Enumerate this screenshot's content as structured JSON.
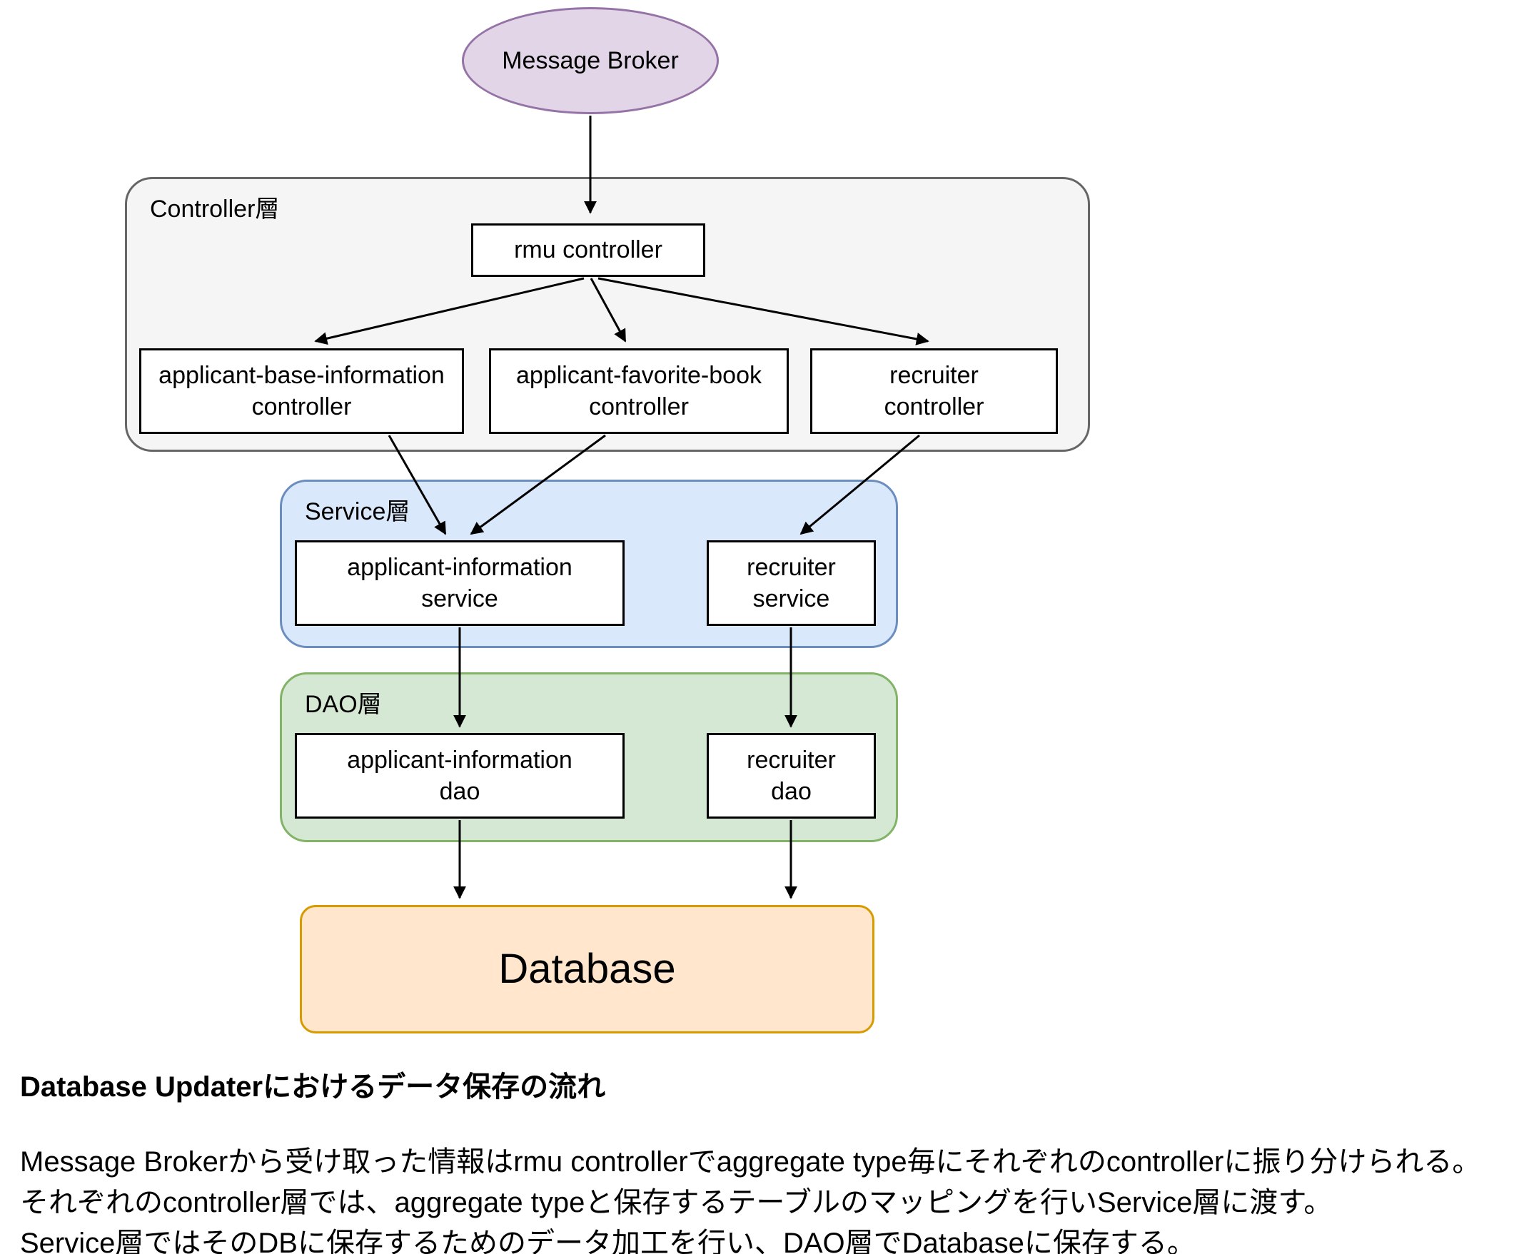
{
  "diagram": {
    "nodes": {
      "message_broker": "Message Broker",
      "rmu_controller": "rmu controller",
      "applicant_base_information_controller": "applicant-base-information\ncontroller",
      "applicant_favorite_book_controller": "applicant-favorite-book\ncontroller",
      "recruiter_controller": "recruiter\ncontroller",
      "applicant_information_service": "applicant-information\nservice",
      "recruiter_service": "recruiter\nservice",
      "applicant_information_dao": "applicant-information\ndao",
      "recruiter_dao": "recruiter\ndao",
      "database": "Database"
    },
    "layers": {
      "controller": {
        "label": "Controller層"
      },
      "service": {
        "label": "Service層"
      },
      "dao": {
        "label": "DAO層"
      }
    },
    "colors": {
      "broker_fill": "#e1d5e7",
      "broker_stroke": "#9673a6",
      "controller_layer_fill": "#f5f5f5",
      "controller_layer_stroke": "#666666",
      "service_layer_fill": "#dae8fc",
      "service_layer_stroke": "#6c8ebf",
      "dao_layer_fill": "#d5e8d4",
      "dao_layer_stroke": "#82b366",
      "database_fill": "#ffe6cc",
      "database_stroke": "#d79b00",
      "node_fill": "#ffffff",
      "node_stroke": "#000000",
      "arrow": "#000000"
    }
  },
  "caption": {
    "heading": "Database Updaterにおけるデータ保存の流れ",
    "lines": [
      "Message Brokerから受け取った情報はrmu controllerでaggregate type毎にそれぞれのcontrollerに振り分けられる。",
      "それぞれのcontroller層では、aggregate typeと保存するテーブルのマッピングを行いService層に渡す。",
      "Service層ではそのDBに保存するためのデータ加工を行い、DAO層でDatabaseに保存する。"
    ]
  }
}
